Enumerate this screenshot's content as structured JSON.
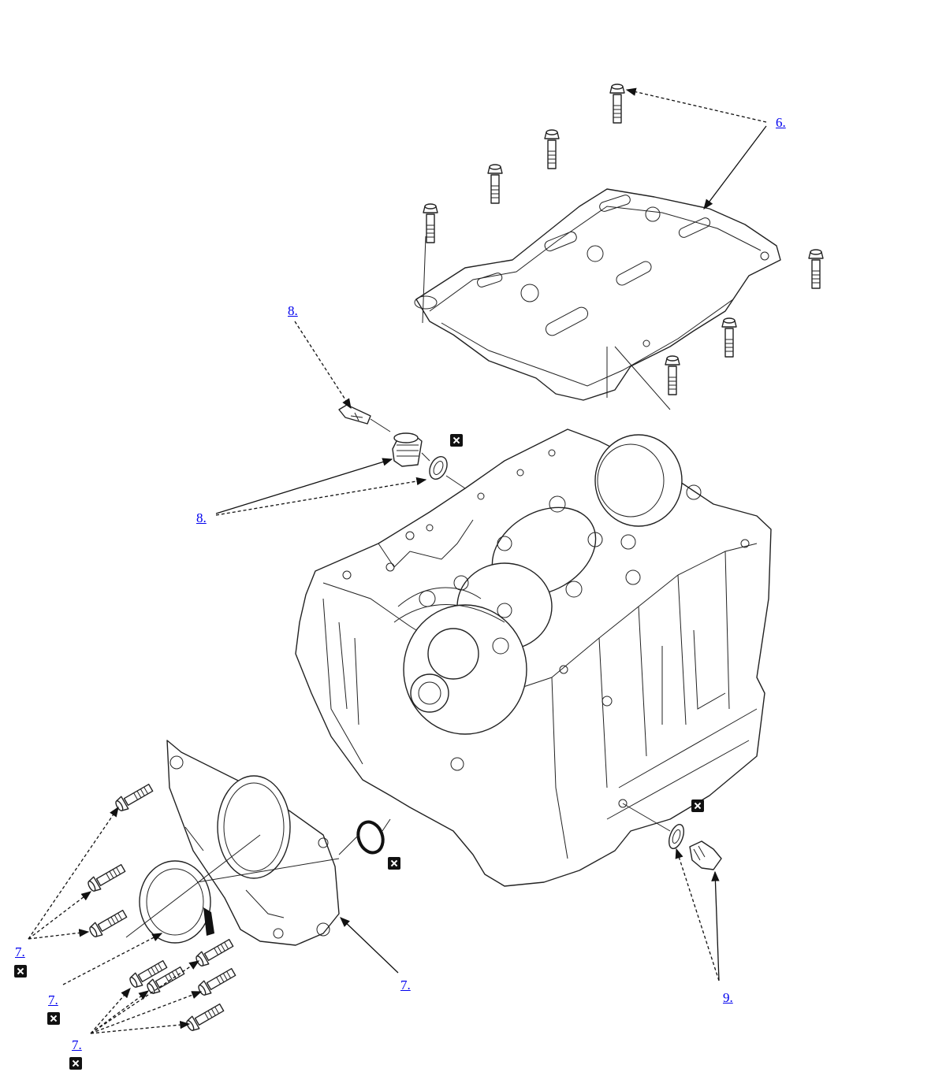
{
  "callouts": {
    "upper_cover": "6.",
    "sensor_top": "8.",
    "sensor_left": "8.",
    "rear_cover_bolts_a": "7.",
    "rear_cover_seal": "7.",
    "rear_cover_bolts_b": "7.",
    "rear_cover": "7.",
    "drain_plug": "9."
  },
  "icons": {
    "replace_symbol": "replace-part-icon"
  },
  "colors": {
    "link": "#0000ee",
    "line": "#222222",
    "symbol": "#111111"
  }
}
